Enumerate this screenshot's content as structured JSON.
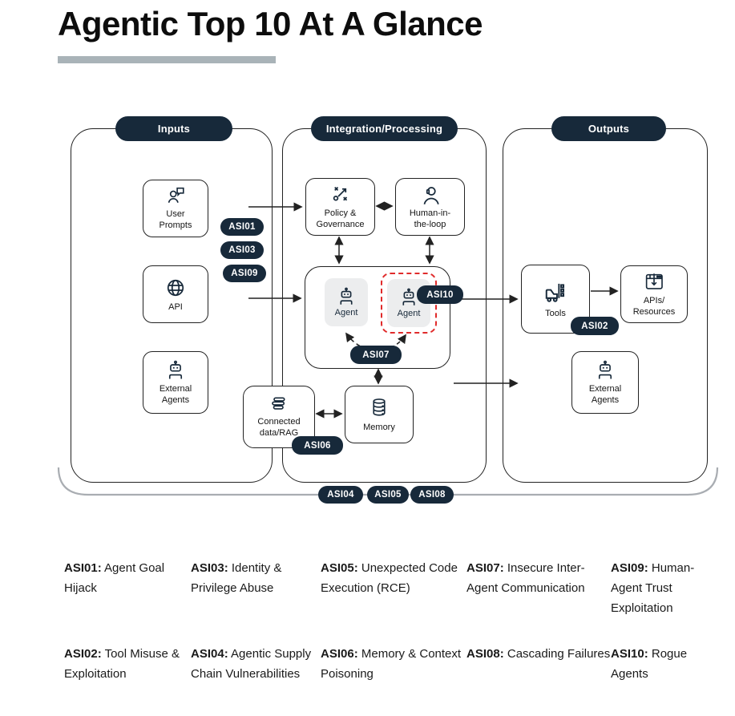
{
  "title": "Agentic Top 10 At A Glance",
  "columns": {
    "inputs": {
      "label": "Inputs"
    },
    "processing": {
      "label": "Integration/Processing"
    },
    "outputs": {
      "label": "Outputs"
    }
  },
  "nodes": {
    "user_prompts": {
      "label": "User\nPrompts",
      "icon": "user-chat-icon"
    },
    "api": {
      "label": "API",
      "icon": "globe-icon"
    },
    "external_agents_in": {
      "label": "External\nAgents",
      "icon": "robot-icon"
    },
    "policy_governance": {
      "label": "Policy &\nGovernance",
      "icon": "strategy-icon"
    },
    "human_in_the_loop": {
      "label": "Human-in-\nthe-loop",
      "icon": "person-headset-icon"
    },
    "agent_left": {
      "label": "Agent",
      "icon": "robot-icon"
    },
    "agent_right": {
      "label": "Agent",
      "icon": "robot-icon"
    },
    "connected_data": {
      "label": "Connected\ndata/RAG",
      "icon": "stacked-books-icon"
    },
    "memory": {
      "label": "Memory",
      "icon": "database-icon"
    },
    "tools": {
      "label": "Tools",
      "icon": "forklift-icon"
    },
    "apis_resources": {
      "label": "APIs/\nResources",
      "icon": "download-window-icon"
    },
    "external_agents_out": {
      "label": "External\nAgents",
      "icon": "robot-icon"
    }
  },
  "pills": {
    "asi01": {
      "label": "ASI01"
    },
    "asi02": {
      "label": "ASI02"
    },
    "asi03": {
      "label": "ASI03"
    },
    "asi04": {
      "label": "ASI04"
    },
    "asi05": {
      "label": "ASI05"
    },
    "asi06": {
      "label": "ASI06"
    },
    "asi07": {
      "label": "ASI07"
    },
    "asi08": {
      "label": "ASI08"
    },
    "asi09": {
      "label": "ASI09"
    },
    "asi10": {
      "label": "ASI10"
    }
  },
  "legend": {
    "items": [
      {
        "id": "ASI01:",
        "text": "Agent Goal Hijack"
      },
      {
        "id": "ASI03:",
        "text": "Identity & Privilege Abuse"
      },
      {
        "id": "ASI05:",
        "text": "Unexpected Code Execution (RCE)"
      },
      {
        "id": "ASI07:",
        "text": "Insecure Inter-Agent Communication"
      },
      {
        "id": "ASI09:",
        "text": "Human-Agent Trust Exploitation"
      },
      {
        "id": "ASI02:",
        "text": "Tool Misuse & Exploitation"
      },
      {
        "id": "ASI04:",
        "text": "Agentic Supply Chain Vulnerabilities"
      },
      {
        "id": "ASI06:",
        "text": "Memory & Context Poisoning"
      },
      {
        "id": "ASI08:",
        "text": "Cascading Failures"
      },
      {
        "id": "ASI10:",
        "text": "Rogue Agents"
      }
    ]
  },
  "colors": {
    "pill_navy": "#17293a",
    "alert_red": "#e02b2b",
    "bracket_gray": "#a9adb2",
    "underline_gray": "#a9b3b8",
    "agent_tile_gray": "#ecedee"
  }
}
